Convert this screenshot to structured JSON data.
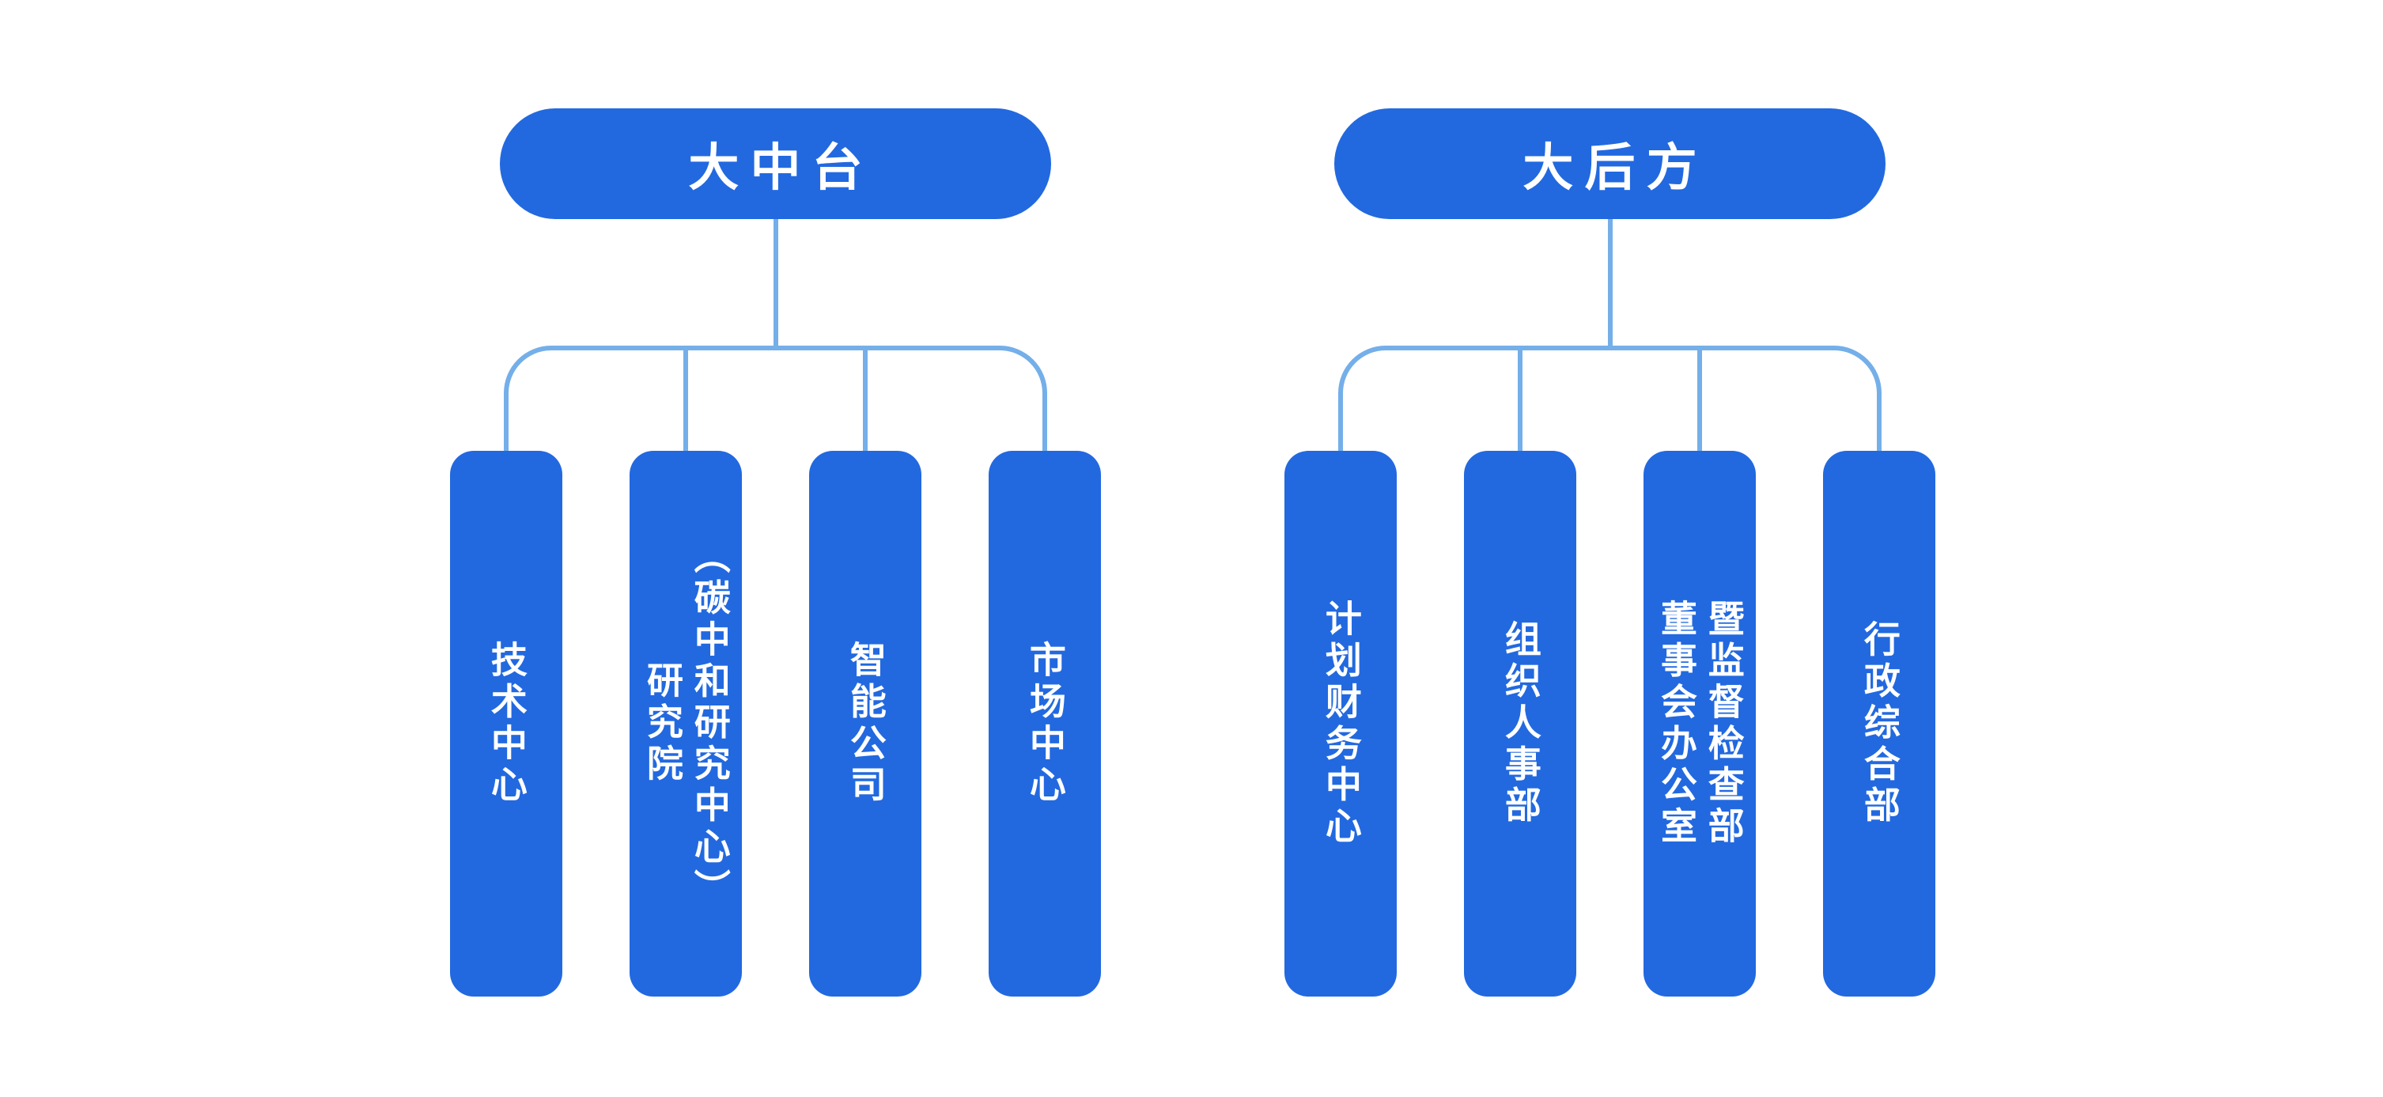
{
  "diagram": {
    "type": "org-chart",
    "background_color": "#ffffff",
    "node_fill_color": "#2269e0",
    "connector_color": "#74afe9",
    "node_text_color": "#ffffff",
    "groups": [
      {
        "title": "大中台",
        "children": [
          {
            "label": "技术中心"
          },
          {
            "label": "研究院\n（碳中和研究中心）"
          },
          {
            "label": "智能公司"
          },
          {
            "label": "市场中心"
          }
        ]
      },
      {
        "title": "大后方",
        "children": [
          {
            "label": "计划财务中心"
          },
          {
            "label": "组织人事部"
          },
          {
            "label": "董事会办公室\n暨监督检查部"
          },
          {
            "label": "行政综合部"
          }
        ]
      }
    ]
  }
}
